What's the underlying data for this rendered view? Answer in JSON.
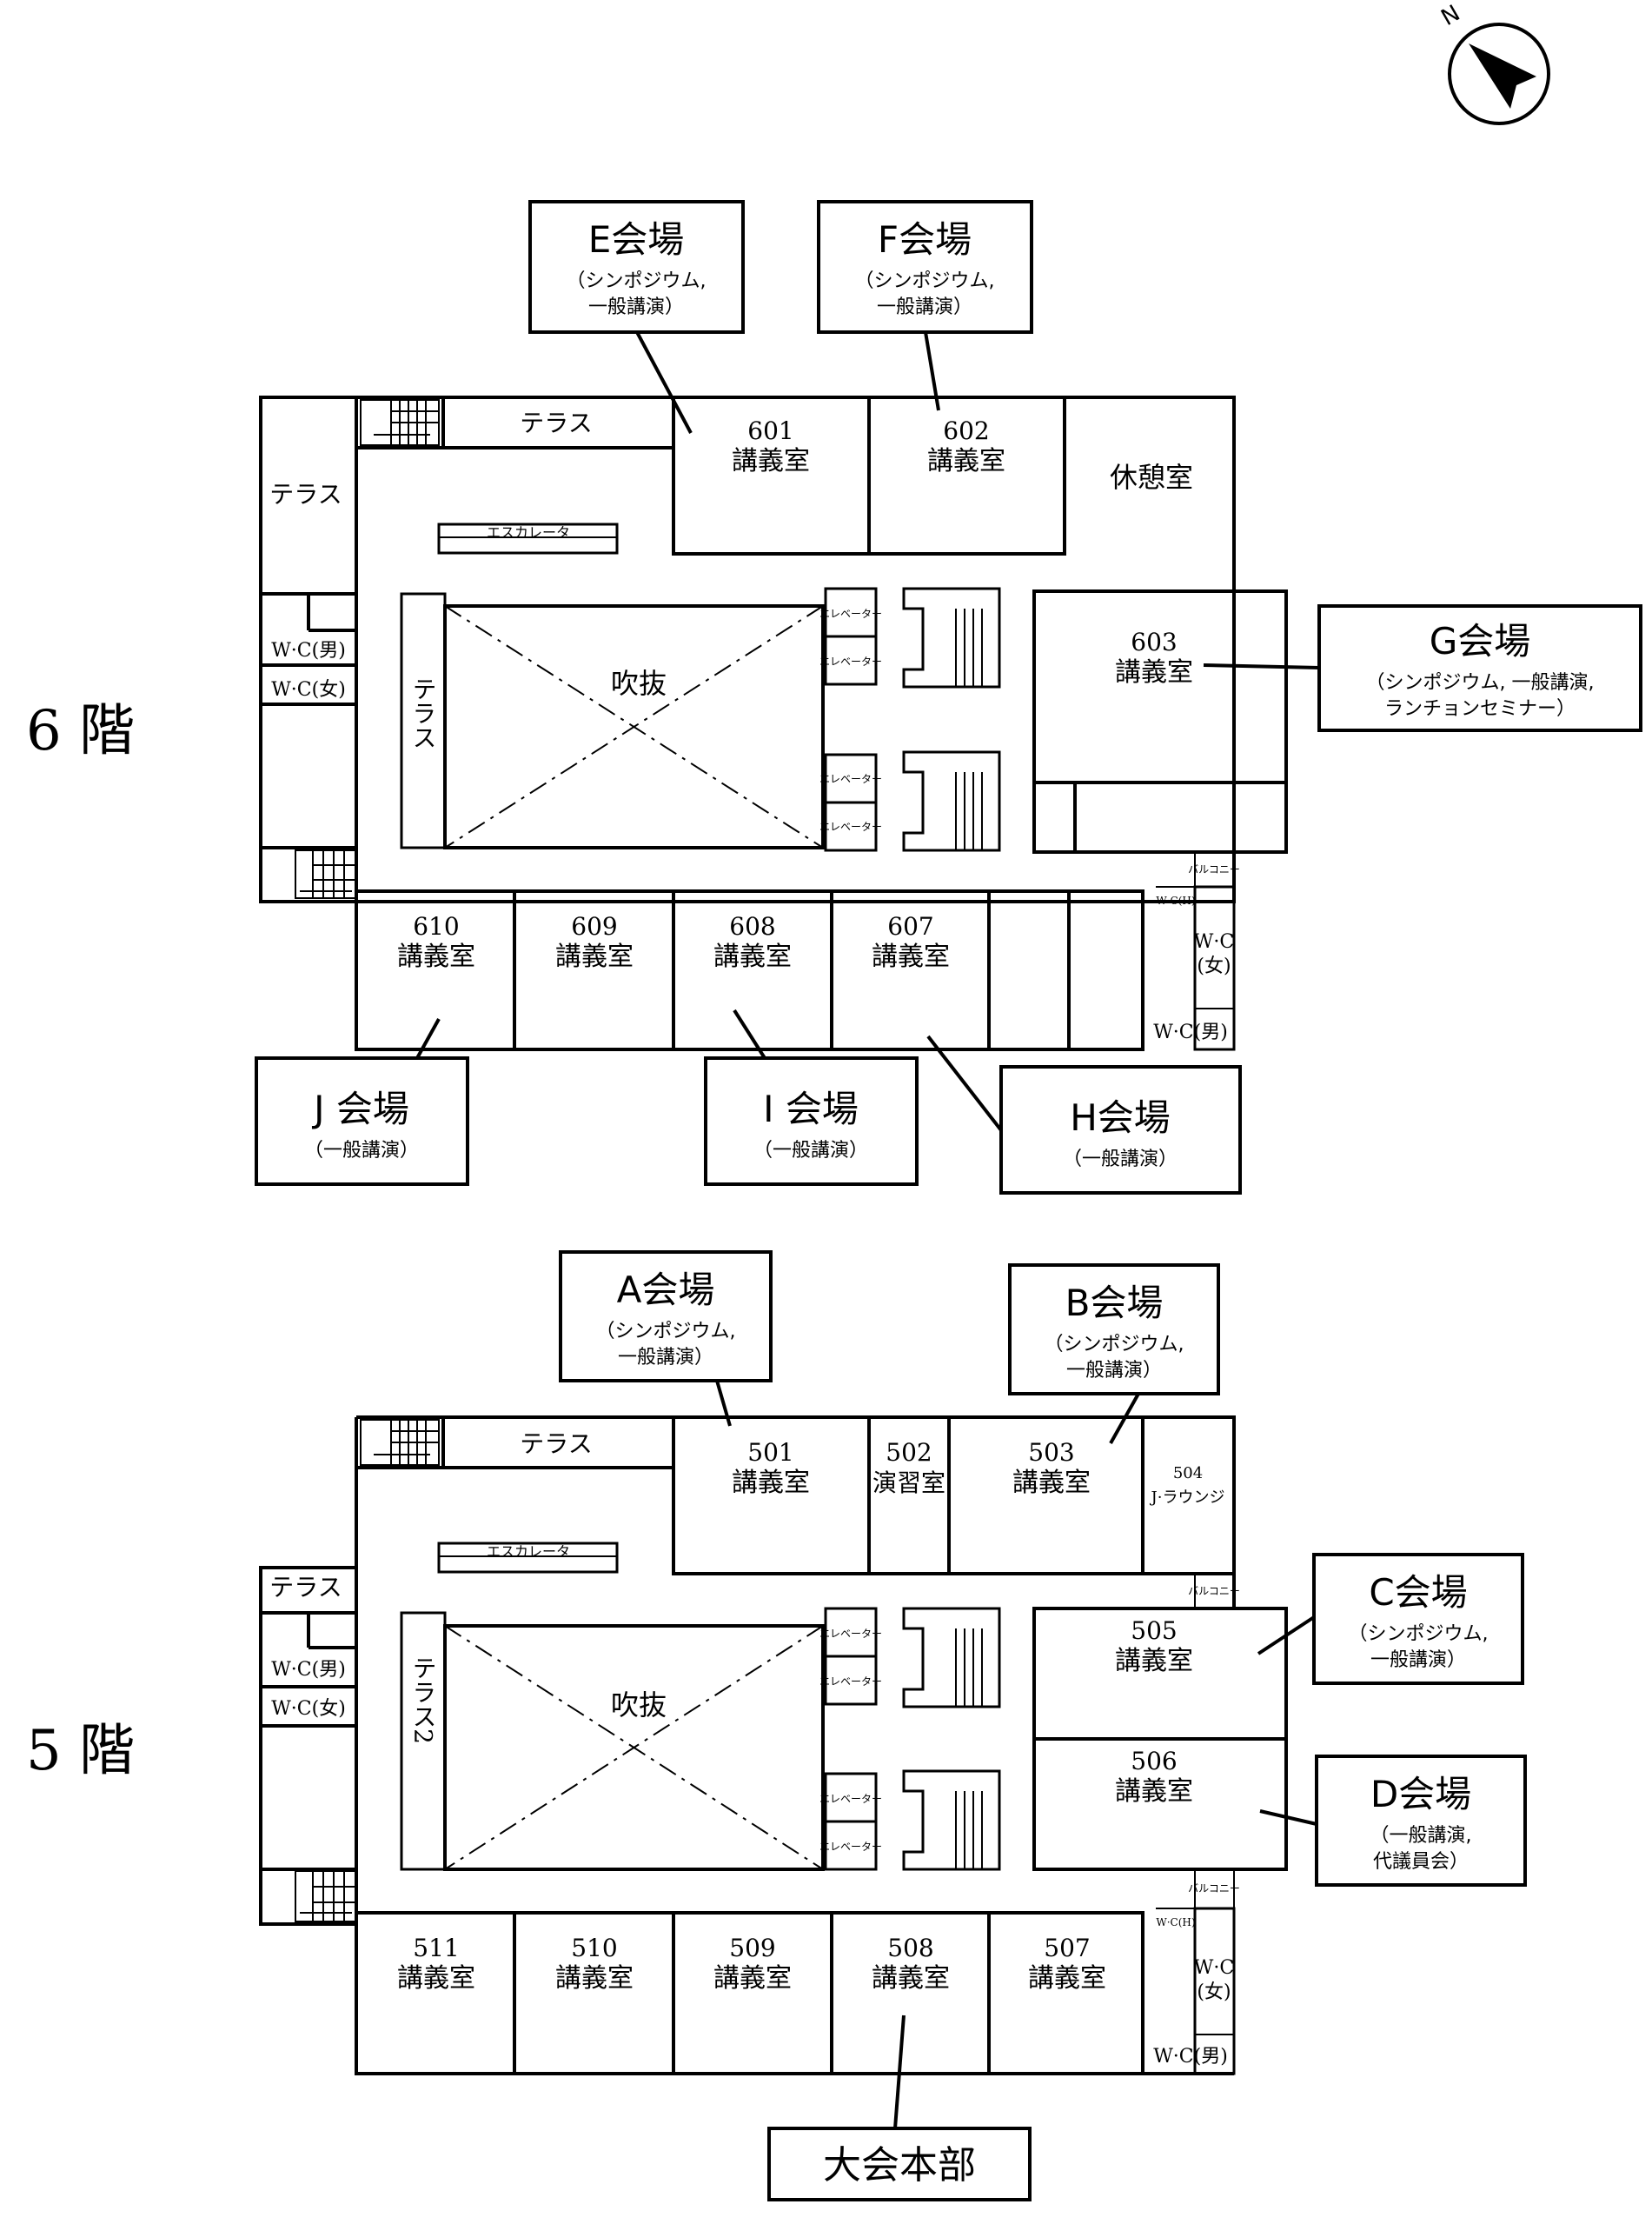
{
  "compass": {
    "label": "N"
  },
  "floors": {
    "f6": {
      "label": "6 階",
      "terrace_top": "テラス",
      "terrace_left": "テラス",
      "terrace_vertical": "テラス",
      "escalator": "エスカレータ",
      "atrium": "吹抜",
      "rest_room": "休憩室",
      "elevator": [
        "エレベーター",
        "エレベーター",
        "エレベーター",
        "エレベーター"
      ],
      "wc_men_left": "W·C(男)",
      "wc_women_left": "W·C(女)",
      "balcony": "バルコニー",
      "wc_small": "W·C(H)",
      "wc_women_right_a": "W·C",
      "wc_women_right_b": "(女)",
      "wc_men_right": "W·C(男)",
      "rooms": [
        {
          "num": "601",
          "name": "講義室"
        },
        {
          "num": "602",
          "name": "講義室"
        },
        {
          "num": "603",
          "name": "講義室"
        },
        {
          "num": "610",
          "name": "講義室"
        },
        {
          "num": "609",
          "name": "講義室"
        },
        {
          "num": "608",
          "name": "講義室"
        },
        {
          "num": "607",
          "name": "講義室"
        }
      ]
    },
    "f5": {
      "label": "5 階",
      "terrace_top": "テラス",
      "terrace_left": "テラス",
      "terrace_vertical": "テラス2",
      "escalator": "エスカレータ",
      "atrium": "吹抜",
      "elevator": [
        "エレベーター",
        "エレベーター",
        "エレベーター",
        "エレベーター"
      ],
      "wc_men_left": "W·C(男)",
      "wc_women_left": "W·C(女)",
      "balcony_a": "バルコニー",
      "balcony_b": "バルコニー",
      "wc_small": "W·C(H)",
      "wc_women_right_a": "W·C",
      "wc_women_right_b": "(女)",
      "wc_men_right": "W·C(男)",
      "rooms": [
        {
          "num": "501",
          "name": "講義室"
        },
        {
          "num": "502",
          "name": "演習室"
        },
        {
          "num": "503",
          "name": "講義室"
        },
        {
          "num": "504",
          "name": "J·ラウンジ"
        },
        {
          "num": "505",
          "name": "講義室"
        },
        {
          "num": "506",
          "name": "講義室"
        },
        {
          "num": "511",
          "name": "講義室"
        },
        {
          "num": "510",
          "name": "講義室"
        },
        {
          "num": "509",
          "name": "講義室"
        },
        {
          "num": "508",
          "name": "講義室"
        },
        {
          "num": "507",
          "name": "講義室"
        }
      ]
    }
  },
  "venues": {
    "E": {
      "title": "E会場",
      "l1": "（シンポジウム,",
      "l2": "一般講演）"
    },
    "F": {
      "title": "F会場",
      "l1": "（シンポジウム,",
      "l2": "一般講演）"
    },
    "G": {
      "title": "G会場",
      "l1": "（シンポジウム, 一般講演,",
      "l2": "ランチョンセミナー）"
    },
    "J": {
      "title": "J 会場",
      "l1": "（一般講演）"
    },
    "I": {
      "title": "I 会場",
      "l1": "（一般講演）"
    },
    "H": {
      "title": "H会場",
      "l1": "（一般講演）"
    },
    "A": {
      "title": "A会場",
      "l1": "（シンポジウム,",
      "l2": "一般講演）"
    },
    "B": {
      "title": "B会場",
      "l1": "（シンポジウム,",
      "l2": "一般講演）"
    },
    "C": {
      "title": "C会場",
      "l1": "（シンポジウム,",
      "l2": "一般講演）"
    },
    "D": {
      "title": "D会場",
      "l1": "（一般講演,",
      "l2": "代議員会）"
    },
    "HQ": {
      "title": "大会本部"
    }
  }
}
